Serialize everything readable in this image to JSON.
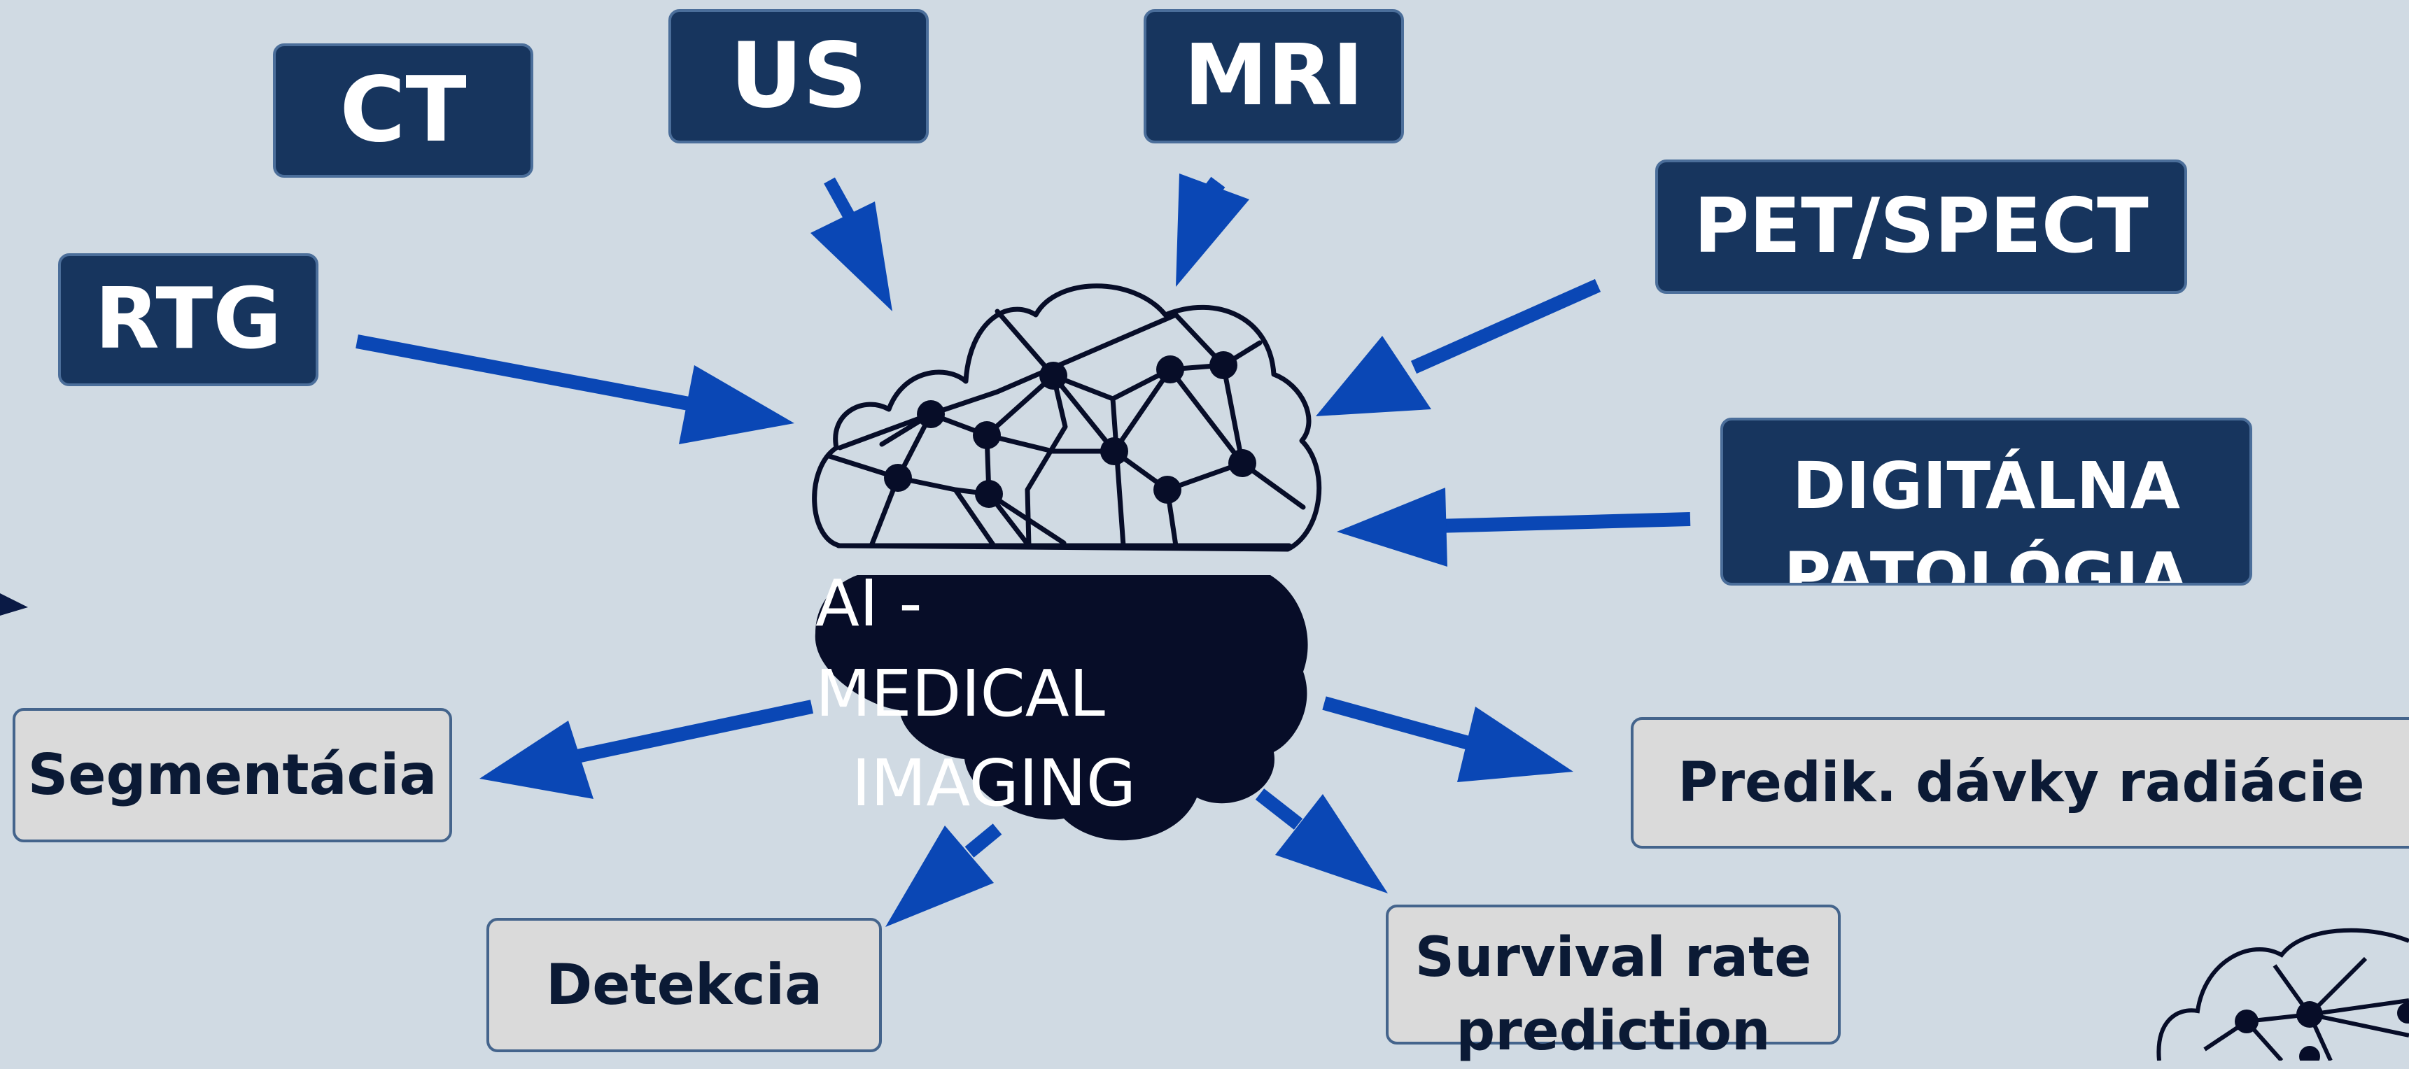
{
  "inputs": {
    "ct": "CT",
    "us": "US",
    "mri": "MRI",
    "rtg": "RTG",
    "pet": "PET/SPECT",
    "patho_line1": "DIGITÁLNA",
    "patho_line2": "PATOLÓGIA"
  },
  "center": {
    "line1": "AI - MEDICAL",
    "line2": "IMAGING"
  },
  "outputs": {
    "segmentation": "Segmentácia",
    "detection": "Detekcia",
    "survival_line1": "Survival rate",
    "survival_line2": "prediction",
    "dose": "Predik. dávky radiácie"
  },
  "colors": {
    "background": "#d0dae3",
    "input_box": "#17355e",
    "output_box": "#dadada",
    "arrow": "#0a47b5",
    "brain_dark": "#070d28"
  }
}
